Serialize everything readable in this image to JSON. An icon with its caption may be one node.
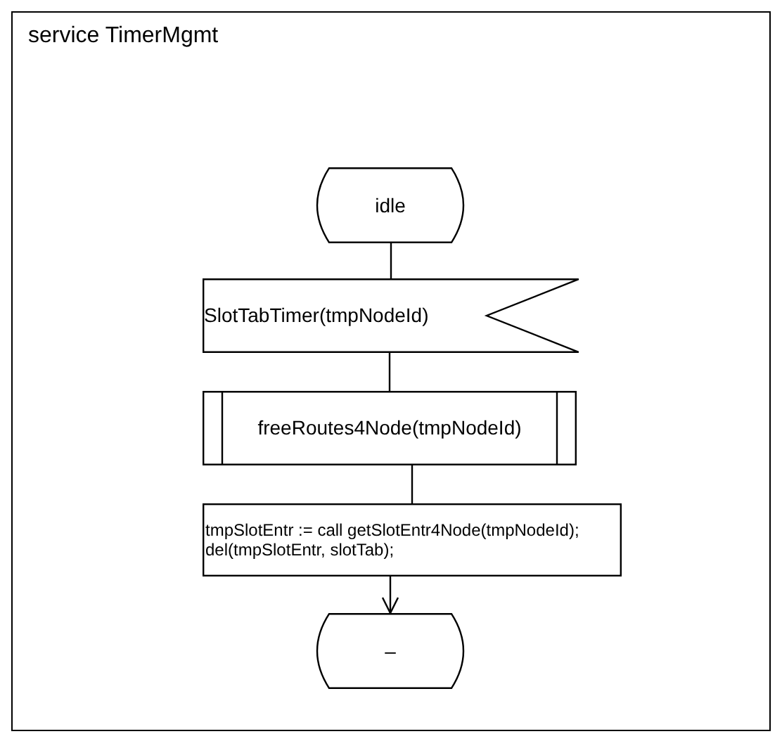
{
  "diagram": {
    "nodes": [
      {
        "text": [
          "service TimerMgmt"
        ]
      },
      {
        "text": [
          "idle"
        ],
        "in": 0
      },
      {
        "text": [
          "SlotTabTimer(tmpNodeId)"
        ],
        "in": 0
      },
      {
        "text": [
          "freeRoutes4Node(tmpNodeId)"
        ],
        "in": 0
      },
      {
        "text": [
          "tmpSlotEntr := call getSlotEntr4Node(tmpNodeId);",
          "del(tmpSlotEntr, slotTab);"
        ],
        "in": 0
      },
      {
        "text": [
          "–"
        ],
        "in": 0
      }
    ],
    "edges": [
      {
        "from": 1,
        "to": 2,
        "arrow": "none"
      },
      {
        "from": 2,
        "to": 3,
        "arrow": "none"
      },
      {
        "from": 3,
        "to": 4,
        "arrow": "none"
      },
      {
        "from": 4,
        "to": 5,
        "arrow": "to"
      }
    ]
  }
}
